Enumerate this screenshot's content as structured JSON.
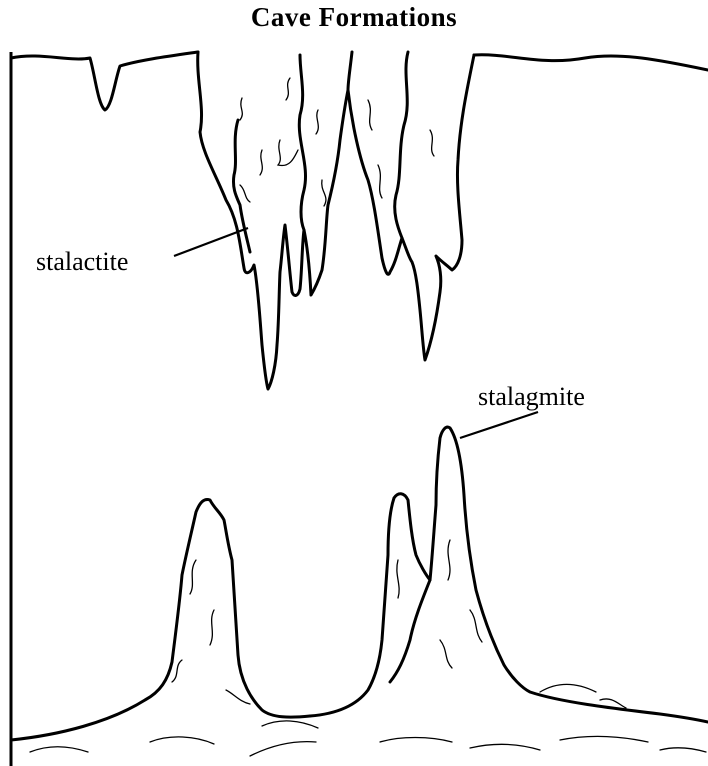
{
  "diagram": {
    "title": "Cave Formations",
    "labels": {
      "stalactite": "stalactite",
      "stalagmite": "stalagmite"
    }
  }
}
